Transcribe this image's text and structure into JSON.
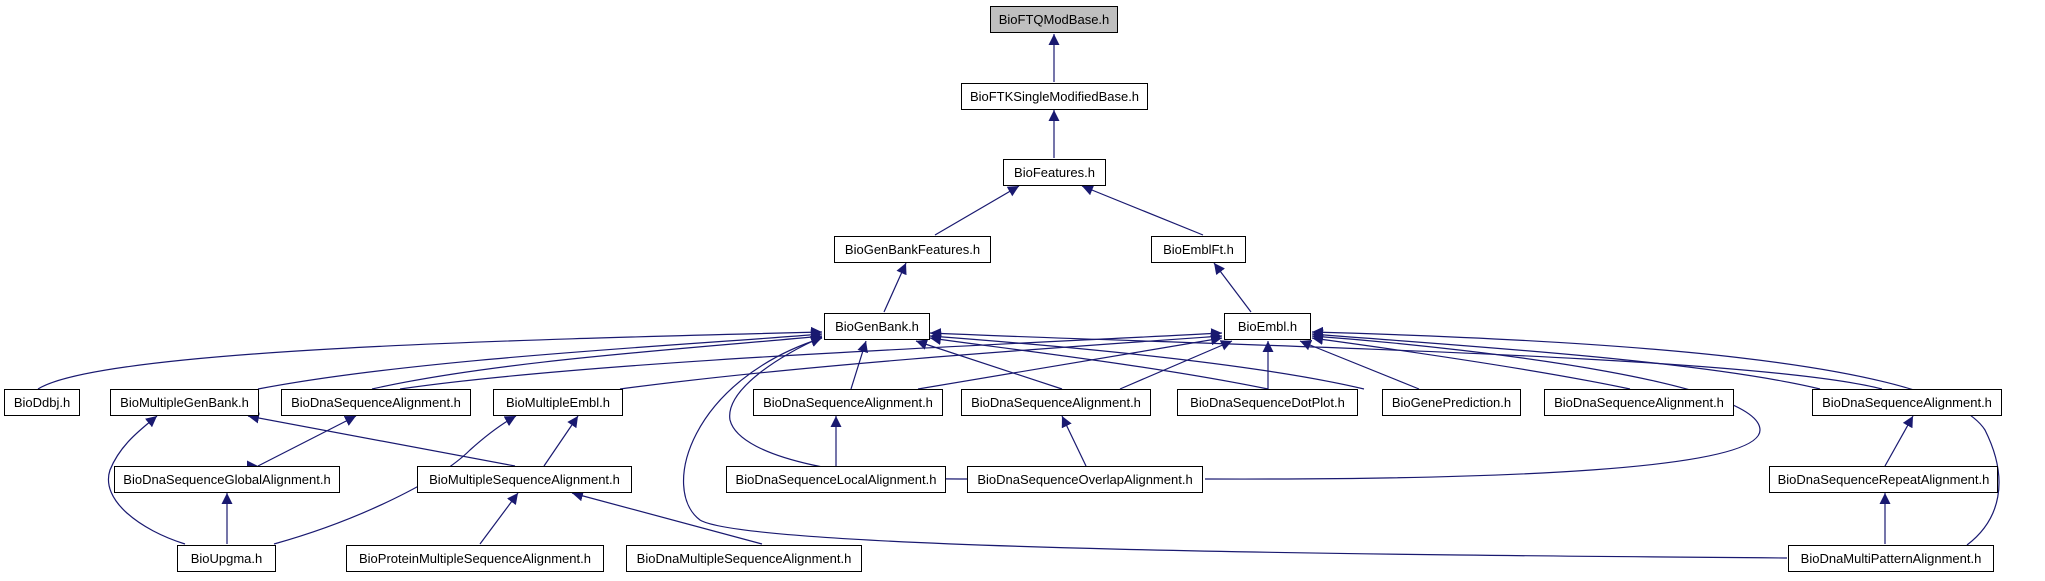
{
  "diagram": {
    "colors": {
      "edge": "#191970",
      "node_border": "#000000",
      "root_fill": "#bfbfbf",
      "node_fill": "#ffffff"
    },
    "nodes": {
      "ftq": "BioFTQModBase.h",
      "ftk": "BioFTKSingleModifiedBase.h",
      "features": "BioFeatures.h",
      "genbankfeatures": "BioGenBankFeatures.h",
      "emblft": "BioEmblFt.h",
      "genbank": "BioGenBank.h",
      "embl": "BioEmbl.h",
      "ddbj": "BioDdbj.h",
      "multigenbank": "BioMultipleGenBank.h",
      "dsa1": "BioDnaSequenceAlignment.h",
      "multiembl": "BioMultipleEmbl.h",
      "dsa2": "BioDnaSequenceAlignment.h",
      "dsa3": "BioDnaSequenceAlignment.h",
      "dotplot": "BioDnaSequenceDotPlot.h",
      "geneprediction": "BioGenePrediction.h",
      "dsa4": "BioDnaSequenceAlignment.h",
      "dsa5": "BioDnaSequenceAlignment.h",
      "globalalign": "BioDnaSequenceGlobalAlignment.h",
      "multiseqalign": "BioMultipleSequenceAlignment.h",
      "localalign": "BioDnaSequenceLocalAlignment.h",
      "overlapalign": "BioDnaSequenceOverlapAlignment.h",
      "repeatalign": "BioDnaSequenceRepeatAlignment.h",
      "upgma": "BioUpgma.h",
      "proteinmsa": "BioProteinMultipleSequenceAlignment.h",
      "dnamsa": "BioDnaMultipleSequenceAlignment.h",
      "multipattern": "BioDnaMultiPatternAlignment.h"
    }
  }
}
